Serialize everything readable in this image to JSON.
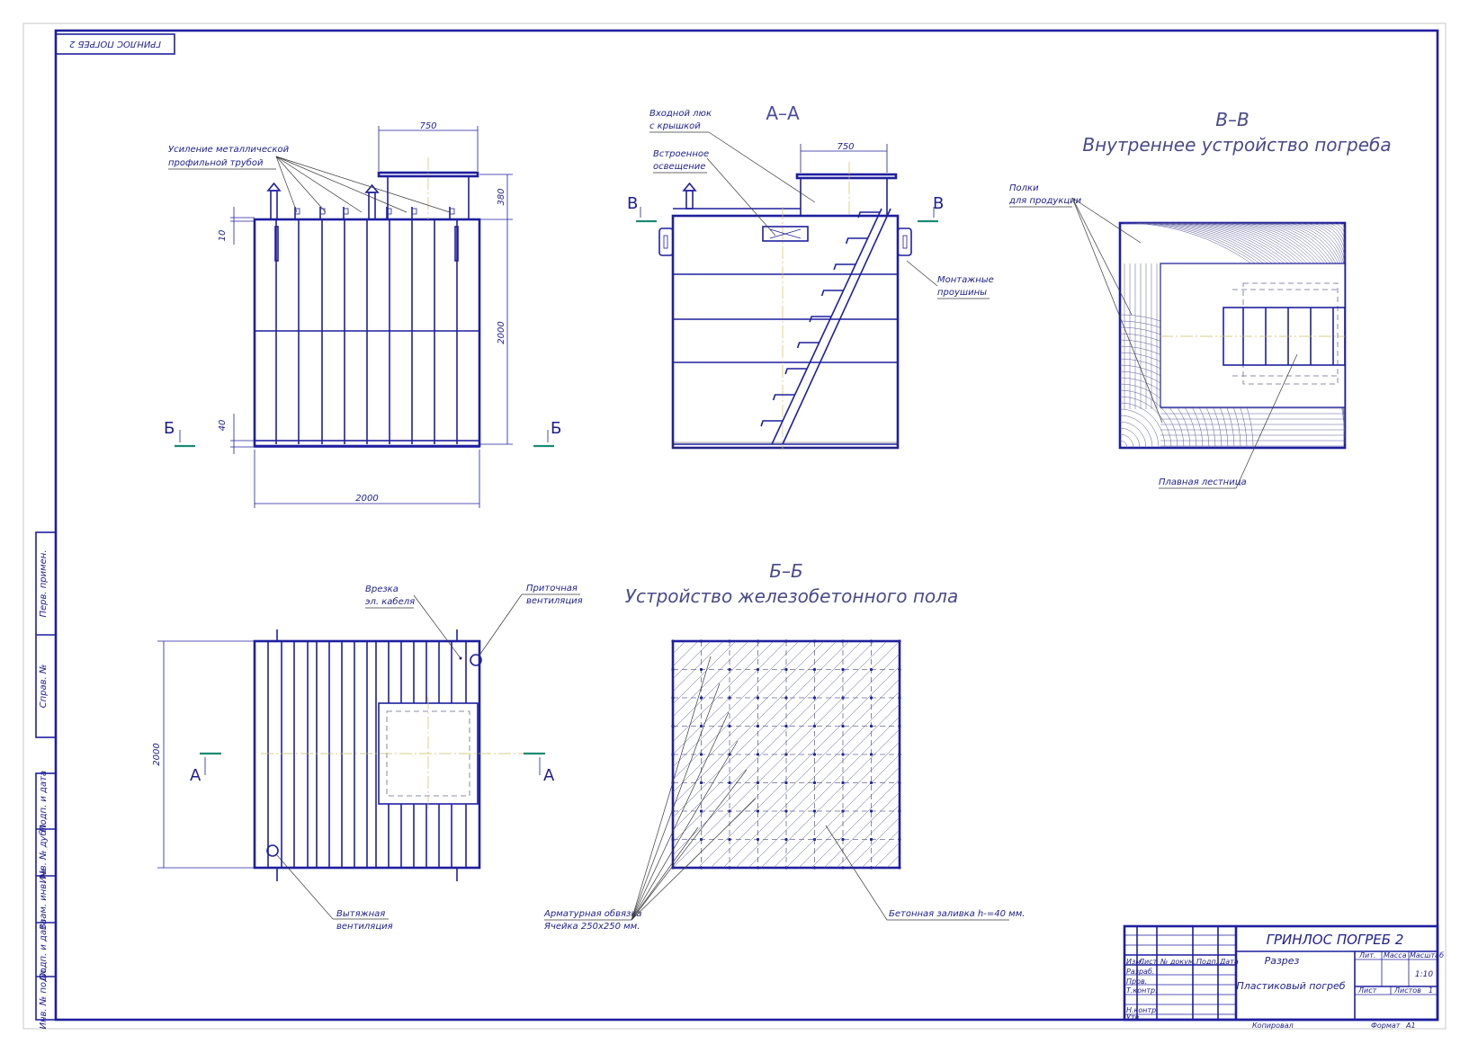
{
  "stamp": {
    "text": "ГРИНЛОС ПОГРЕБ 2"
  },
  "front_view": {
    "dim_top": "750",
    "dim_height_small": "380",
    "dim_height_main": "2000",
    "dim_width": "2000",
    "dim_left_top": "10",
    "dim_left_bottom": "40",
    "section_mark_left": "Б",
    "section_mark_right": "Б",
    "callout_reinforcement_line1": "Усиление металлической",
    "callout_reinforcement_line2": "профильной трубой"
  },
  "section_aa": {
    "title": "А–А",
    "dim_top": "750",
    "mark_left": "В",
    "mark_right": "В",
    "callout_hatch_line1": "Входной люк",
    "callout_hatch_line2": "с крышкой",
    "callout_light_line1": "Встроенное",
    "callout_light_line2": "освещение",
    "callout_lugs_line1": "Монтажные",
    "callout_lugs_line2": "проушины"
  },
  "section_vv": {
    "title": "В–В",
    "subtitle": "Внутреннее устройство погреба",
    "callout_shelves_line1": "Полки",
    "callout_shelves_line2": "для продукции",
    "callout_stairs": "Плавная лестница"
  },
  "plan_view": {
    "dim_height": "2000",
    "mark_left": "А",
    "mark_right": "А",
    "callout_cable_line1": "Врезка",
    "callout_cable_line2": "эл. кабеля",
    "callout_supply_line1": "Приточная",
    "callout_supply_line2": "вентиляция",
    "callout_exhaust_line1": "Вытяжная",
    "callout_exhaust_line2": "вентиляция"
  },
  "section_bb": {
    "title": "Б–Б",
    "subtitle": "Устройство железобетонного пола",
    "callout_rebar_line1": "Арматурная обвязка",
    "callout_rebar_line2": "Ячейка 250х250 мм.",
    "callout_concrete": "Бетонная заливка h-=40 мм."
  },
  "side_strip": {
    "cells": [
      "Перв. примен.",
      "Справ. №",
      "Подп. и дата",
      "Инв. № дубл.",
      "Взам. инв. №",
      "Подп. и дата",
      "Инв. № подл."
    ]
  },
  "title_block": {
    "name": "ГРИНЛОС ПОГРЕБ 2",
    "doc_line1": "Разрез",
    "doc_line2": "Пластиковый погреб",
    "col_headers": [
      "Изм.",
      "Лист",
      "№ докум.",
      "Подп.",
      "Дата"
    ],
    "rows": [
      "Разраб.",
      "Пров.",
      "Т.контр.",
      "Н.контр.",
      "Утв."
    ],
    "lit_label": "Лит.",
    "mass_label": "Масса",
    "scale_label": "Масштаб",
    "scale_value": "1:10",
    "sheet_label": "Лист",
    "sheets_label": "Листов",
    "sheets_value": "1",
    "copied": "Копировал",
    "format_label": "Формат",
    "format_value": "А1"
  },
  "colors": {
    "line": "#1f1f9e",
    "section_marker": "#1b8a74",
    "axis": "#c8c060"
  }
}
